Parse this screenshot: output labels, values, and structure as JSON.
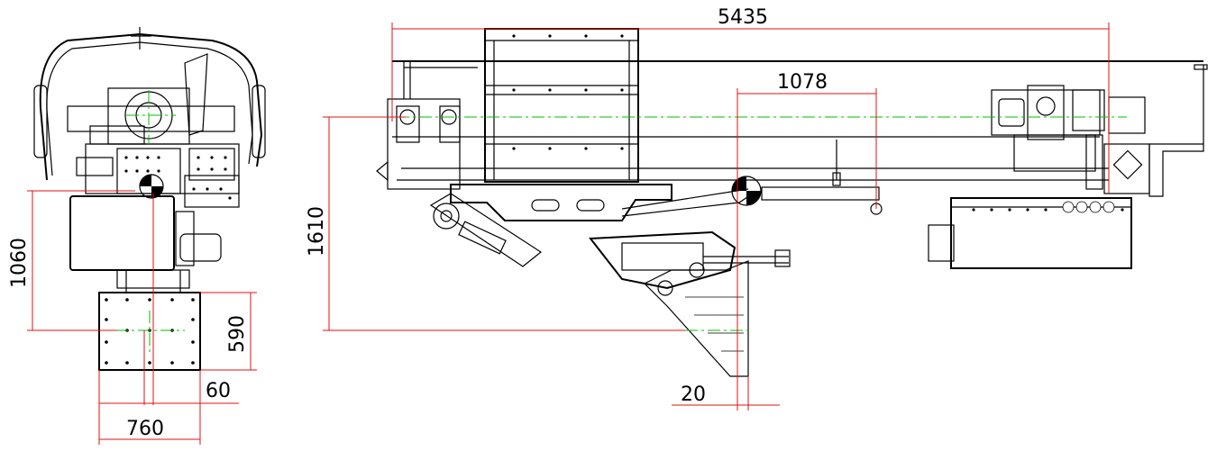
{
  "dimensions": {
    "overall_length": "5435",
    "inner_length": "1078",
    "side_height": "1610",
    "front_height": "1060",
    "base_plate_height": "590",
    "offset_small": "60",
    "base_width": "760",
    "edge_offset": "20"
  },
  "colors": {
    "dimension_lines": "#e01010",
    "center_lines": "#00c000",
    "drawing": "#000000"
  }
}
